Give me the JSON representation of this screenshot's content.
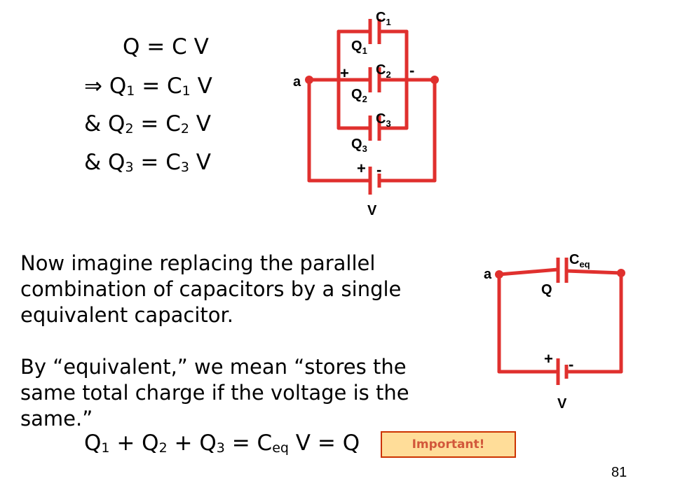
{
  "equations": {
    "q_cv": {
      "lhs": "Q",
      "rhs": " = C V"
    },
    "q1": {
      "prefix": "⇒ ",
      "q": "Q",
      "qsub": "1",
      "mid": " = C",
      "csub": "1",
      "end": " V"
    },
    "q2": {
      "prefix": "& ",
      "q": "Q",
      "qsub": "2",
      "mid": " = C",
      "csub": "2",
      "end": " V"
    },
    "q3": {
      "prefix": "& ",
      "q": "Q",
      "qsub": "3",
      "mid": " = C",
      "csub": "3",
      "end": " V"
    },
    "sum": {
      "q1": "Q",
      "s1": "1",
      "p1": " + Q",
      "s2": "2",
      "p2": " + Q",
      "s3": "3",
      "p3": " = C",
      "seq": "eq",
      "end": " V = Q"
    }
  },
  "paragraphs": {
    "replace": "Now imagine replacing the parallel combination of capacitors by a single equivalent capacitor.",
    "equivalent": "By “equivalent,” we mean “stores the same total charge if the voltage is the same.”"
  },
  "badge": {
    "label": "Important!"
  },
  "page_number": "81",
  "circuit_parallel": {
    "node_a": "a",
    "c1": {
      "base": "C",
      "sub": "1"
    },
    "c2": {
      "base": "C",
      "sub": "2"
    },
    "c3": {
      "base": "C",
      "sub": "3"
    },
    "q1": {
      "base": "Q",
      "sub": "1"
    },
    "q2": {
      "base": "Q",
      "sub": "2"
    },
    "q3": {
      "base": "Q",
      "sub": "3"
    },
    "plus": "+",
    "minus": "-",
    "battery_plus": "+",
    "battery_minus": "-",
    "voltage": "V"
  },
  "circuit_equivalent": {
    "node_a": "a",
    "ceq": {
      "base": "C",
      "sub": "eq"
    },
    "charge": "Q",
    "battery_plus": "+",
    "battery_minus": "-",
    "voltage": "V"
  },
  "colors": {
    "wire": "#e0302e",
    "text": "#000000",
    "badge_fill": "#ffdd99",
    "badge_border": "#cc3300",
    "badge_text": "#d2583b"
  }
}
